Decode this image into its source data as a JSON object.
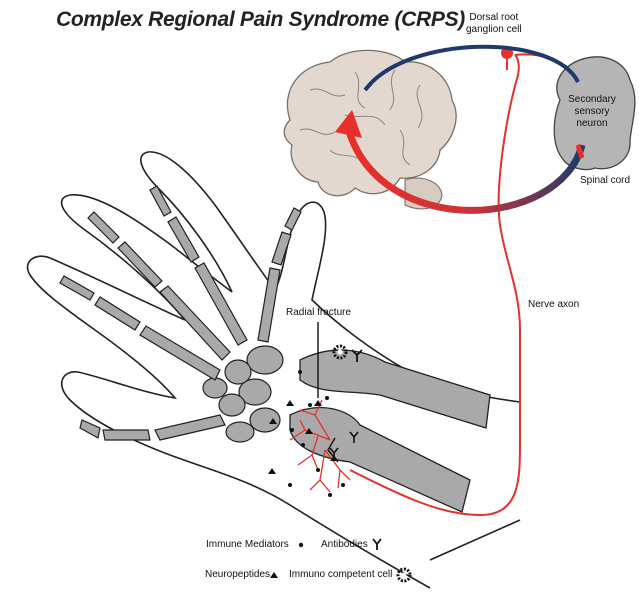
{
  "title": "Complex Regional Pain Syndrome (CRPS)",
  "labels": {
    "dorsal_root_line1": "Dorsal root",
    "dorsal_root_line2": "ganglion cell",
    "secondary_line1": "Secondary",
    "secondary_line2": "sensory",
    "secondary_line3": "neuron",
    "spinal_cord": "Spinal cord",
    "nerve_axon": "Nerve axon",
    "radial_fracture": "Radial fracture"
  },
  "legend": {
    "immune_mediators": "Immune Mediators",
    "antibodies": "Antibodies",
    "neuropeptides": "Neuropeptides",
    "immuno_competent_cell": "Immuno competent cell"
  },
  "colors": {
    "bone": "#a9a9a9",
    "bone_stroke": "#222222",
    "nerve_red": "#e8302a",
    "pathway_blue": "#1c3a6b",
    "brain": "#e2d8cf",
    "spinal_cord": "#b5b5b5"
  }
}
